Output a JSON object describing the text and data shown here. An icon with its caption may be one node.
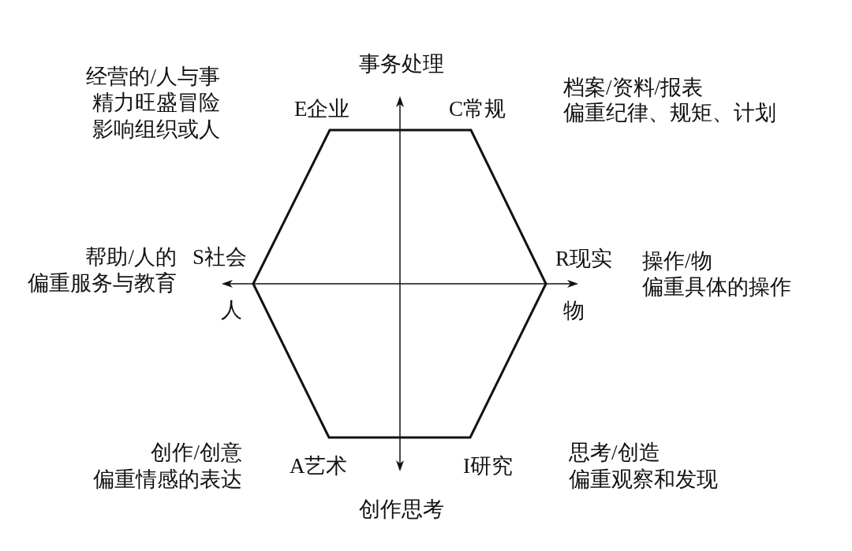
{
  "diagram": {
    "labels": [
      "事务处理",
      "经营的/人与事",
      "档案/资料/报表",
      "精力旺盛冒险",
      "E企业",
      "C常规",
      "偏重纪律、规矩、计划",
      "影响组织或人",
      "帮助/人的",
      "S社会",
      "R现实",
      "操作/物",
      "偏重服务与教育",
      "偏重具体的操作",
      "人",
      "物",
      "创作/创意",
      "思考/创造",
      "A艺术",
      "I研究",
      "偏重情感的表达",
      "偏重观察和发现",
      "创作思考"
    ]
  }
}
